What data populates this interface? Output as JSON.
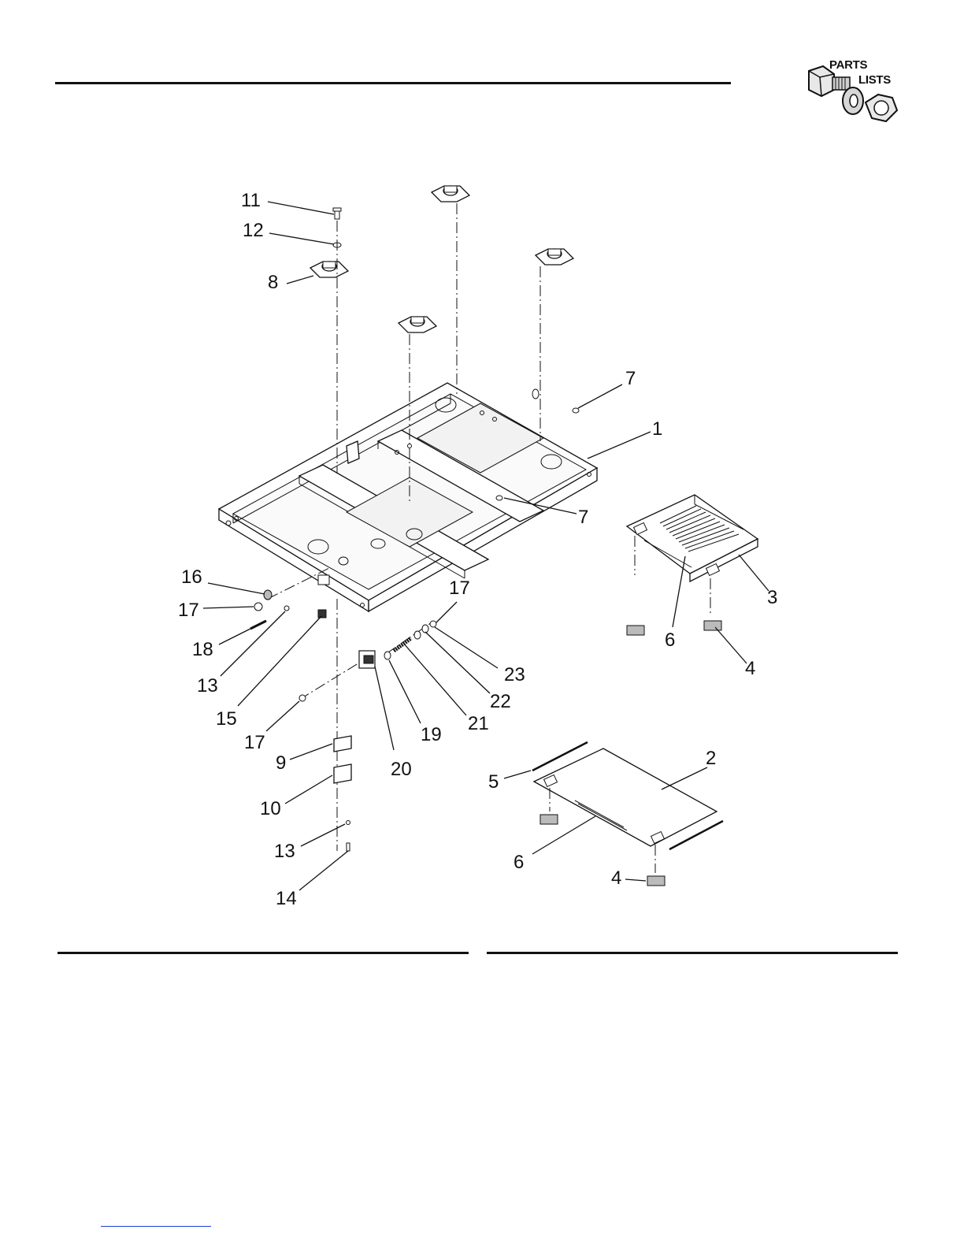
{
  "header": {
    "logo_line1": "PARTS",
    "logo_line2": "LISTS"
  },
  "callouts": [
    {
      "id": "c11",
      "label": "11"
    },
    {
      "id": "c12",
      "label": "12"
    },
    {
      "id": "c8",
      "label": "8"
    },
    {
      "id": "c7a",
      "label": "7"
    },
    {
      "id": "c1",
      "label": "1"
    },
    {
      "id": "c7b",
      "label": "7"
    },
    {
      "id": "c3",
      "label": "3"
    },
    {
      "id": "c6a",
      "label": "6"
    },
    {
      "id": "c4a",
      "label": "4"
    },
    {
      "id": "c16",
      "label": "16"
    },
    {
      "id": "c17a",
      "label": "17"
    },
    {
      "id": "c18",
      "label": "18"
    },
    {
      "id": "c13a",
      "label": "13"
    },
    {
      "id": "c15",
      "label": "15"
    },
    {
      "id": "c17b",
      "label": "17"
    },
    {
      "id": "c23",
      "label": "23"
    },
    {
      "id": "c22",
      "label": "22"
    },
    {
      "id": "c21",
      "label": "21"
    },
    {
      "id": "c19",
      "label": "19"
    },
    {
      "id": "c20",
      "label": "20"
    },
    {
      "id": "c17c",
      "label": "17"
    },
    {
      "id": "c9",
      "label": "9"
    },
    {
      "id": "c10",
      "label": "10"
    },
    {
      "id": "c13b",
      "label": "13"
    },
    {
      "id": "c14",
      "label": "14"
    },
    {
      "id": "c5",
      "label": "5"
    },
    {
      "id": "c2",
      "label": "2"
    },
    {
      "id": "c6b",
      "label": "6"
    },
    {
      "id": "c4b",
      "label": "4"
    }
  ]
}
